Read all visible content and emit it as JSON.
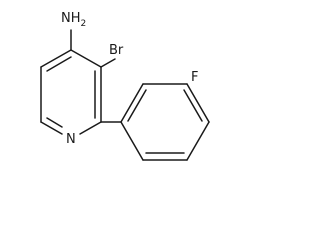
{
  "molecule": {
    "atoms": {
      "amine": {
        "symbol": "N",
        "hydrogens": "H",
        "count": "2"
      },
      "bromine": {
        "symbol": "Br"
      },
      "ring_nitrogen": {
        "symbol": "N"
      },
      "fluorine": {
        "symbol": "F"
      }
    }
  },
  "colors": {
    "bond": "#1a1a1a",
    "label": "#1a1a1a",
    "background": "#ffffff"
  }
}
